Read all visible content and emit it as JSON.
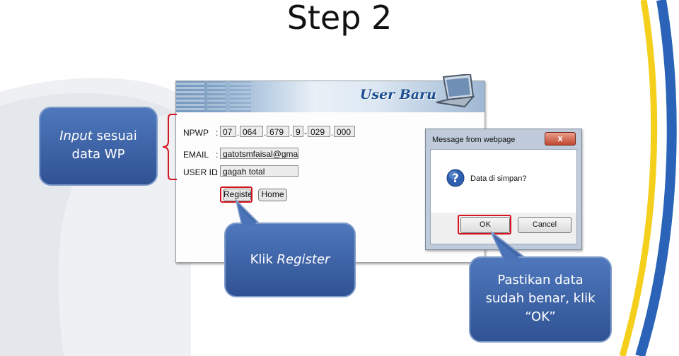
{
  "slide": {
    "title": "Step 2"
  },
  "form": {
    "banner_title": "User Baru",
    "npwp": {
      "label": "NPWP",
      "sep": ":",
      "parts": [
        "07",
        "064",
        "679",
        "9",
        "029",
        "000"
      ],
      "dots": [
        ".",
        ".",
        ".",
        "-",
        "."
      ]
    },
    "email": {
      "label": "EMAIL",
      "sep": ":",
      "value": "gatotsmfaisal@gmail."
    },
    "user_id": {
      "label": "USER ID",
      "sep": ":",
      "value": "gagah total"
    },
    "register_label": "Registe",
    "home_label": "Home"
  },
  "dialog": {
    "title": "Message from webpage",
    "close_label": "x",
    "message": "Data di simpan?",
    "ok_label": "OK",
    "cancel_label": "Cancel"
  },
  "callouts": {
    "input": {
      "italic": "Input",
      "rest": " sesuai",
      "line2": "data WP"
    },
    "register": {
      "plain": "Klik ",
      "italic": "Register"
    },
    "ok": {
      "line1": "Pastikan data",
      "line2": "sudah benar, klik",
      "line3": "“OK”"
    }
  },
  "colors": {
    "callout_fill": "#3e64a4",
    "highlight": "#d4141e",
    "swoosh_yellow": "#f4cf1c",
    "swoosh_blue": "#2a63b8"
  }
}
